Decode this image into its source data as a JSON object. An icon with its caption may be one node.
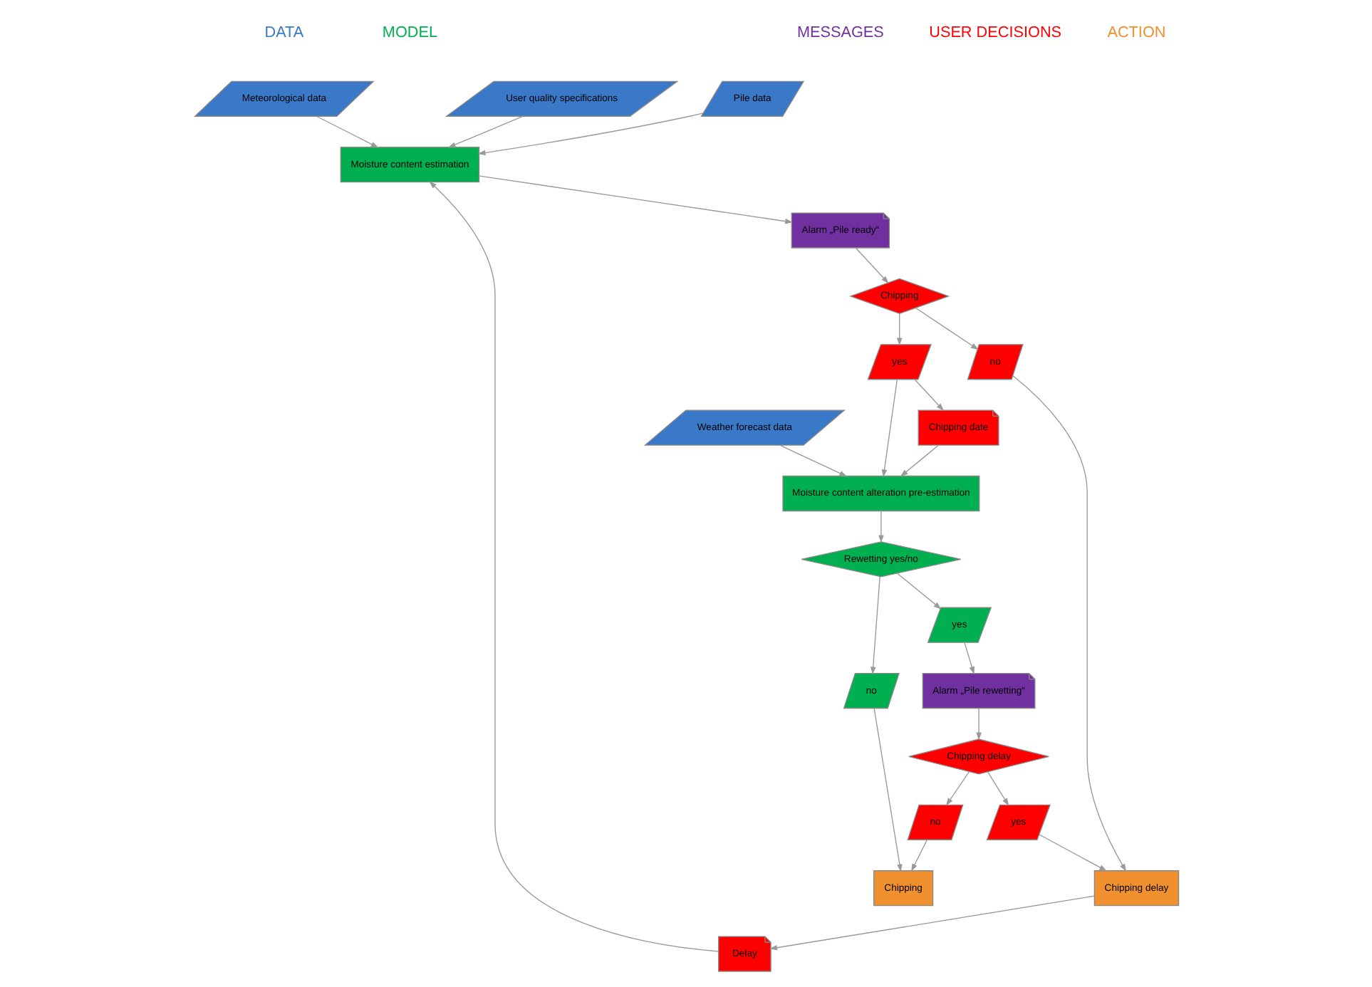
{
  "diagram": {
    "nodes": [
      {
        "text": [
          "Meteorological data"
        ]
      },
      {
        "text": [
          "Pile data"
        ]
      },
      {
        "text": [
          "User quality specifications"
        ]
      },
      {
        "text": [
          "Weather forecast data"
        ]
      },
      {
        "text": [
          "Moisture content estimation"
        ]
      },
      {
        "text": [
          "Moisture content alteration pre-estimation"
        ]
      },
      {
        "text": [
          "Rewetting yes/no"
        ]
      },
      {
        "text": [
          "no"
        ]
      },
      {
        "text": [
          "yes"
        ]
      },
      {
        "text": [
          "Alarm „Pile ready“"
        ]
      },
      {
        "text": [
          "Alarm „Pile rewetting“"
        ]
      },
      {
        "text": [
          "no"
        ]
      },
      {
        "text": [
          "Chipping"
        ]
      },
      {
        "text": [
          "yes"
        ]
      },
      {
        "text": [
          "Chipping date"
        ]
      },
      {
        "text": [
          "Delay"
        ]
      },
      {
        "text": [
          "yes"
        ]
      },
      {
        "text": [
          "Chipping delay"
        ]
      },
      {
        "text": [
          "no"
        ]
      },
      {
        "text": [
          "Chipping delay"
        ]
      },
      {
        "text": [
          "Chipping"
        ]
      }
    ],
    "edges": [
      {
        "from": 0,
        "to": 4,
        "arrow": "to"
      },
      {
        "from": 1,
        "to": 4,
        "arrow": "to"
      },
      {
        "from": 2,
        "to": 4,
        "arrow": "to"
      },
      {
        "from": 3,
        "to": 5,
        "arrow": "to"
      },
      {
        "from": 4,
        "to": 9,
        "arrow": "to"
      },
      {
        "from": 9,
        "to": 12,
        "arrow": "to"
      },
      {
        "from": 12,
        "to": 11,
        "arrow": "to"
      },
      {
        "from": 12,
        "to": 13,
        "arrow": "to"
      },
      {
        "from": 13,
        "to": 14,
        "arrow": "to"
      },
      {
        "from": 13,
        "to": 5,
        "arrow": "to"
      },
      {
        "from": 14,
        "to": 5,
        "arrow": "to"
      },
      {
        "from": 11,
        "to": 19,
        "arrow": "to"
      },
      {
        "from": 19,
        "to": 15,
        "arrow": "to"
      },
      {
        "from": 15,
        "to": 4,
        "arrow": "to"
      },
      {
        "from": 5,
        "to": 6,
        "arrow": "to"
      },
      {
        "from": 6,
        "to": 7,
        "arrow": "to"
      },
      {
        "from": 6,
        "to": 8,
        "arrow": "to"
      },
      {
        "from": 8,
        "to": 10,
        "arrow": "to"
      },
      {
        "from": 10,
        "to": 17,
        "arrow": "to"
      },
      {
        "from": 17,
        "to": 16,
        "arrow": "to"
      },
      {
        "from": 17,
        "to": 18,
        "arrow": "to"
      },
      {
        "from": 16,
        "to": 19,
        "arrow": "to"
      },
      {
        "from": 18,
        "to": 20,
        "arrow": "to"
      },
      {
        "from": 7,
        "to": 20,
        "arrow": "to"
      }
    ],
    "labels": [
      "DATA",
      "MODEL",
      "MESSAGES",
      "USER DECISIONS",
      "ACTION"
    ]
  }
}
